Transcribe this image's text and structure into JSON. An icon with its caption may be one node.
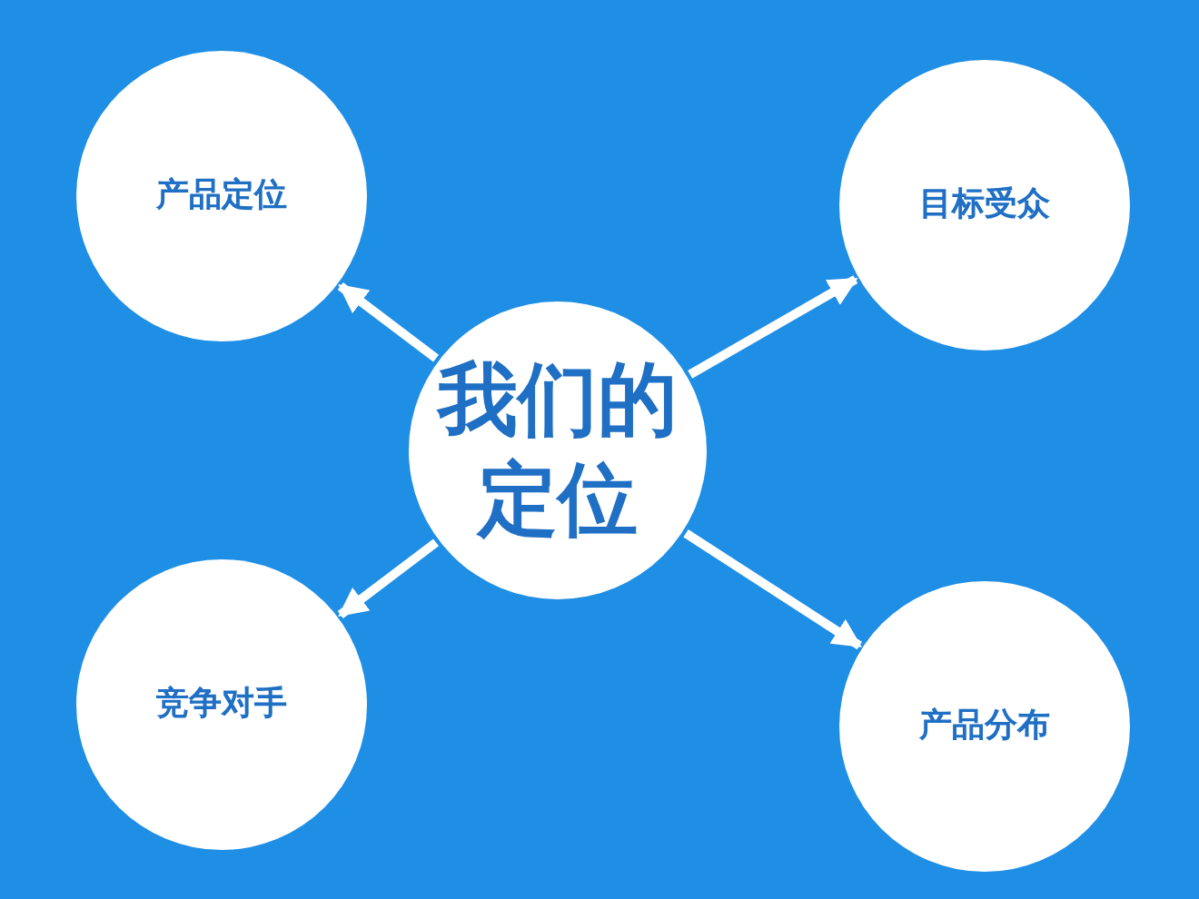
{
  "diagram": {
    "nodes": [
      {
        "text": [
          "我们的定位"
        ]
      },
      {
        "text": [
          "产品定位"
        ]
      },
      {
        "text": [
          "目标受众"
        ]
      },
      {
        "text": [
          "竞争对手"
        ]
      },
      {
        "text": [
          "产品分布"
        ]
      }
    ],
    "edges": [
      {
        "from": 0,
        "to": 1,
        "arrow": "to"
      },
      {
        "from": 0,
        "to": 2,
        "arrow": "to"
      },
      {
        "from": 0,
        "to": 3,
        "arrow": "to"
      },
      {
        "from": 0,
        "to": 4,
        "arrow": "to"
      }
    ]
  }
}
